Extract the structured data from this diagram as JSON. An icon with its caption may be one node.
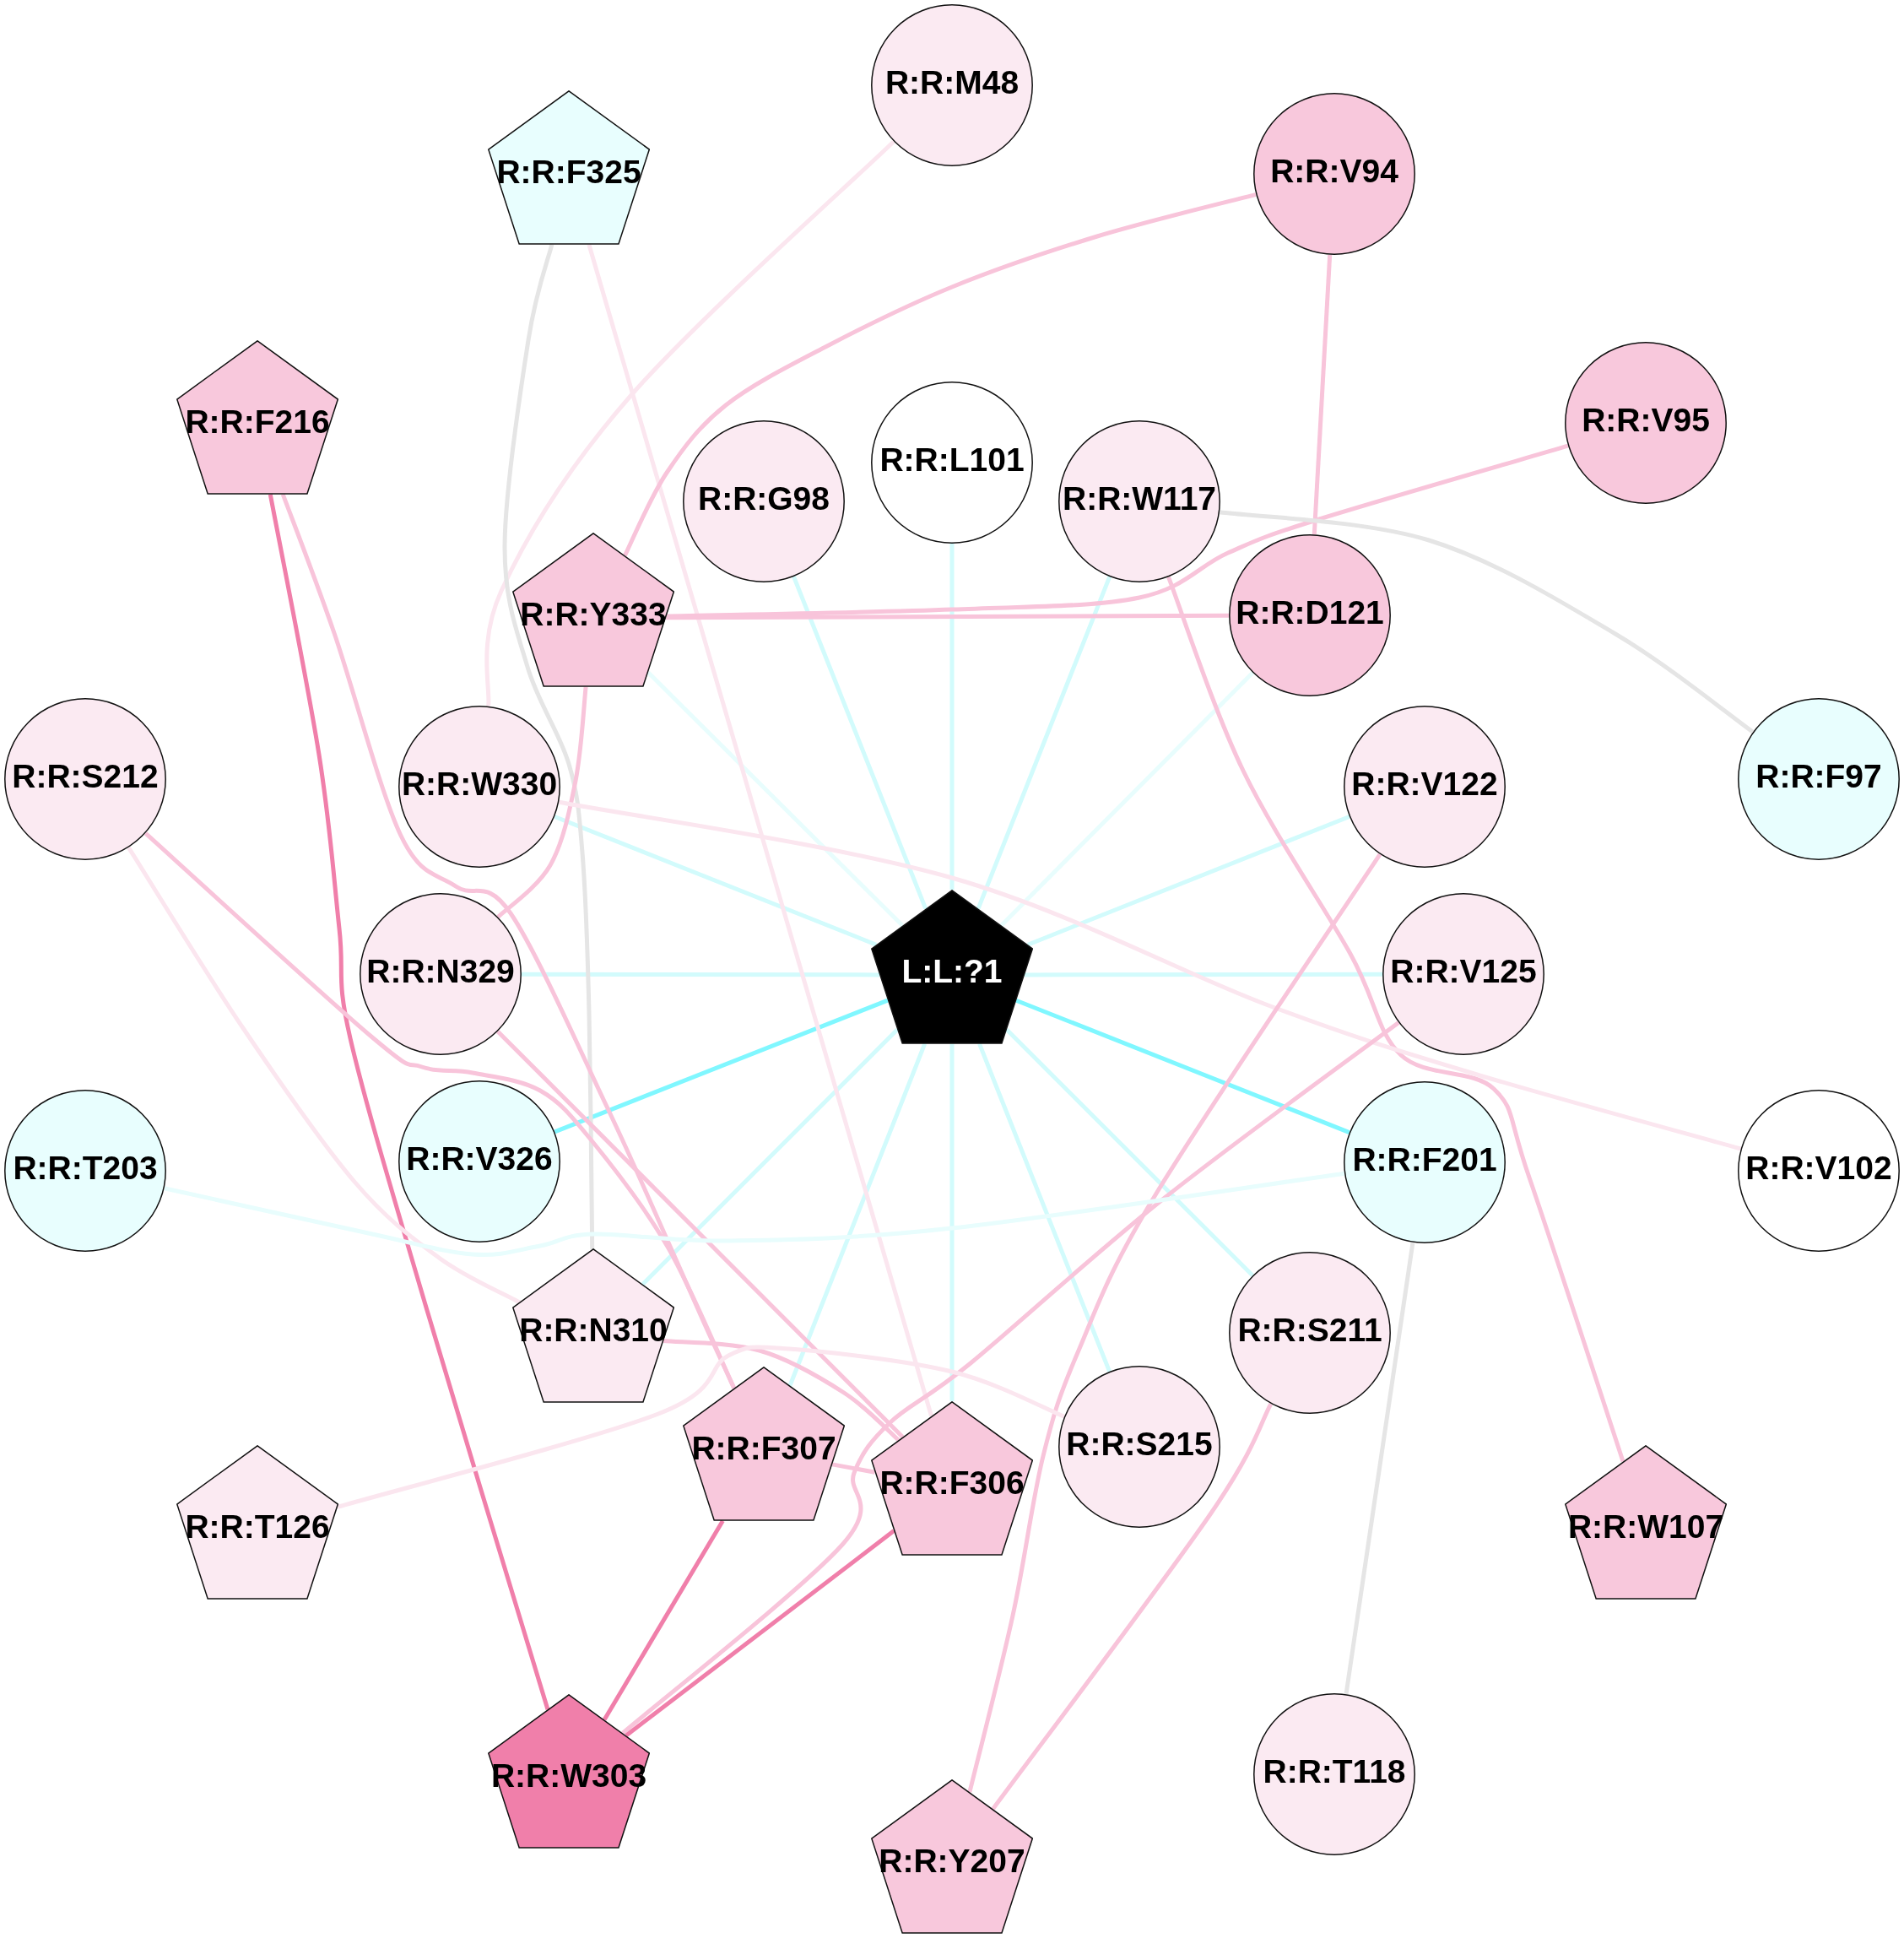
{
  "diagram": {
    "nodes": [
      {
        "text": [
          "R:R:M48"
        ]
      },
      {
        "text": [
          "R:R:F325"
        ]
      },
      {
        "text": [
          "R:R:V94"
        ]
      },
      {
        "text": [
          "R:R:F216"
        ]
      },
      {
        "text": [
          "R:R:V95"
        ]
      },
      {
        "text": [
          "R:R:L101"
        ]
      },
      {
        "text": [
          "R:R:G98"
        ]
      },
      {
        "text": [
          "R:R:W117"
        ]
      },
      {
        "text": [
          "R:R:Y333"
        ]
      },
      {
        "text": [
          "R:R:D121"
        ]
      },
      {
        "text": [
          "R:R:S212"
        ]
      },
      {
        "text": [
          "R:R:W330"
        ]
      },
      {
        "text": [
          "R:R:V122"
        ]
      },
      {
        "text": [
          "R:R:F97"
        ]
      },
      {
        "text": [
          "R:R:N329"
        ]
      },
      {
        "text": [
          "L:L:?1"
        ]
      },
      {
        "text": [
          "R:R:V125"
        ]
      },
      {
        "text": [
          "R:R:T203"
        ]
      },
      {
        "text": [
          "R:R:V326"
        ]
      },
      {
        "text": [
          "R:R:F201"
        ]
      },
      {
        "text": [
          "R:R:V102"
        ]
      },
      {
        "text": [
          "R:R:N310"
        ]
      },
      {
        "text": [
          "R:R:S211"
        ]
      },
      {
        "text": [
          "R:R:F307"
        ]
      },
      {
        "text": [
          "R:R:S215"
        ]
      },
      {
        "text": [
          "R:R:F306"
        ]
      },
      {
        "text": [
          "R:R:T126"
        ]
      },
      {
        "text": [
          "R:R:W107"
        ]
      },
      {
        "text": [
          "R:R:W303"
        ]
      },
      {
        "text": [
          "R:R:T118"
        ]
      },
      {
        "text": [
          "R:R:Y207"
        ]
      }
    ],
    "edges": [
      {
        "from": 15,
        "to": 6,
        "arrow": "none",
        "color": "#d2fbfc"
      },
      {
        "from": 15,
        "to": 5,
        "arrow": "none",
        "color": "#d2fbfc"
      },
      {
        "from": 15,
        "to": 7,
        "arrow": "none",
        "color": "#d2fbfc"
      },
      {
        "from": 15,
        "to": 9,
        "arrow": "none",
        "color": "#e8fdfd"
      },
      {
        "from": 15,
        "to": 12,
        "arrow": "none",
        "color": "#d2fbfc"
      },
      {
        "from": 15,
        "to": 16,
        "arrow": "none",
        "color": "#d2fbfc"
      },
      {
        "from": 15,
        "to": 19,
        "arrow": "none",
        "color": "#80f7ff"
      },
      {
        "from": 15,
        "to": 22,
        "arrow": "none",
        "color": "#d2fbfc"
      },
      {
        "from": 15,
        "to": 24,
        "arrow": "none",
        "color": "#d2fbfc"
      },
      {
        "from": 15,
        "to": 25,
        "arrow": "none",
        "color": "#d2fbfc"
      },
      {
        "from": 15,
        "to": 23,
        "arrow": "none",
        "color": "#d2fbfc"
      },
      {
        "from": 15,
        "to": 21,
        "arrow": "none",
        "color": "#d2fbfc"
      },
      {
        "from": 15,
        "to": 18,
        "arrow": "none",
        "color": "#80f7ff"
      },
      {
        "from": 15,
        "to": 14,
        "arrow": "none",
        "color": "#d2fbfc"
      },
      {
        "from": 15,
        "to": 11,
        "arrow": "none",
        "color": "#d2fbfc"
      },
      {
        "from": 15,
        "to": 8,
        "arrow": "none",
        "color": "#e8fdfd"
      },
      {
        "from": 0,
        "to": 11,
        "arrow": "none",
        "color": "#fbe6ef"
      },
      {
        "from": 1,
        "to": 21,
        "arrow": "none",
        "color": "#e5e5e5"
      },
      {
        "from": 1,
        "to": 25,
        "arrow": "none",
        "color": "#fbe6ef"
      },
      {
        "from": 2,
        "to": 8,
        "arrow": "none"
      },
      {
        "from": 2,
        "to": 9,
        "arrow": "none"
      },
      {
        "from": 4,
        "to": 8,
        "arrow": "none"
      },
      {
        "from": 8,
        "to": 9,
        "arrow": "none"
      },
      {
        "from": 7,
        "to": 13,
        "arrow": "none",
        "color": "#e5e5e5"
      },
      {
        "from": 7,
        "to": 27,
        "arrow": "none"
      },
      {
        "from": 8,
        "to": 14,
        "arrow": "none"
      },
      {
        "from": 3,
        "to": 28,
        "arrow": "none",
        "color": "#f07faa"
      },
      {
        "from": 3,
        "to": 23,
        "arrow": "none"
      },
      {
        "from": 10,
        "to": 23,
        "arrow": "none"
      },
      {
        "from": 14,
        "to": 25,
        "arrow": "none"
      },
      {
        "from": 10,
        "to": 21,
        "arrow": "none",
        "color": "#fbe6ef"
      },
      {
        "from": 11,
        "to": 20,
        "arrow": "none",
        "color": "#fbe6ef"
      },
      {
        "from": 12,
        "to": 30,
        "arrow": "none"
      },
      {
        "from": 16,
        "to": 28,
        "arrow": "none"
      },
      {
        "from": 22,
        "to": 30,
        "arrow": "none"
      },
      {
        "from": 17,
        "to": 19,
        "arrow": "none",
        "color": "#e8fdfd"
      },
      {
        "from": 19,
        "to": 29,
        "arrow": "none",
        "color": "#e5e5e5"
      },
      {
        "from": 21,
        "to": 25,
        "arrow": "none"
      },
      {
        "from": 26,
        "to": 24,
        "arrow": "none",
        "color": "#fbe6ef"
      },
      {
        "from": 23,
        "to": 25,
        "arrow": "none"
      },
      {
        "from": 23,
        "to": 28,
        "arrow": "none",
        "color": "#f07faa"
      },
      {
        "from": 25,
        "to": 28,
        "arrow": "none",
        "color": "#f07faa"
      }
    ]
  }
}
